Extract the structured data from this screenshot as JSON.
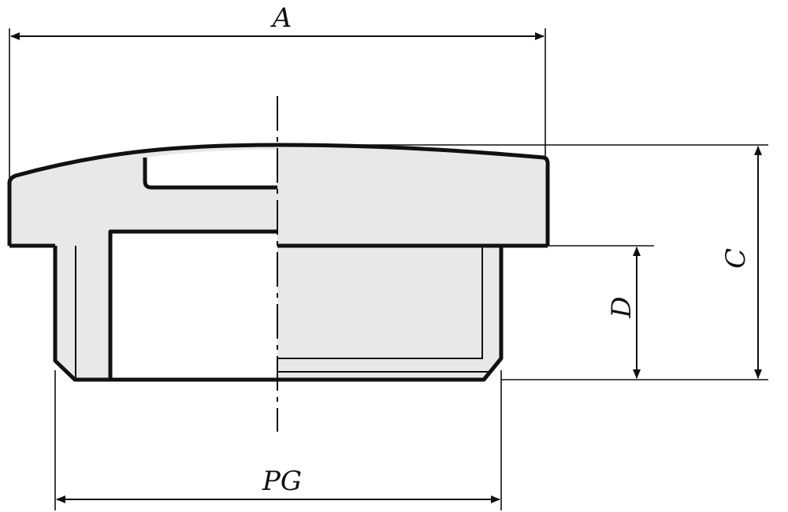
{
  "drawing": {
    "dimensions": {
      "a": "A",
      "c": "C",
      "d": "D",
      "pg": "PG"
    },
    "colors": {
      "line": "#111111",
      "fill": "#e8e8e8",
      "background": "#ffffff"
    }
  }
}
